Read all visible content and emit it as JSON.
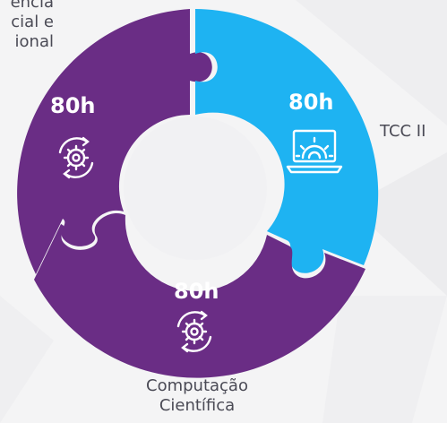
{
  "segments": {
    "left": {
      "hours": "80h",
      "label_lines": [
        "ência",
        "cial e",
        "ional"
      ],
      "color": "#6a2d85",
      "icon": "cycle-gear-icon"
    },
    "right": {
      "hours": "80h",
      "label": "TCC II",
      "color": "#1eb3f2",
      "icon": "laptop-gear-icon"
    },
    "bottom": {
      "hours": "80h",
      "label_lines": [
        "Computação",
        "Científica"
      ],
      "color": "#6a2d85",
      "icon": "cycle-gear-icon"
    }
  }
}
